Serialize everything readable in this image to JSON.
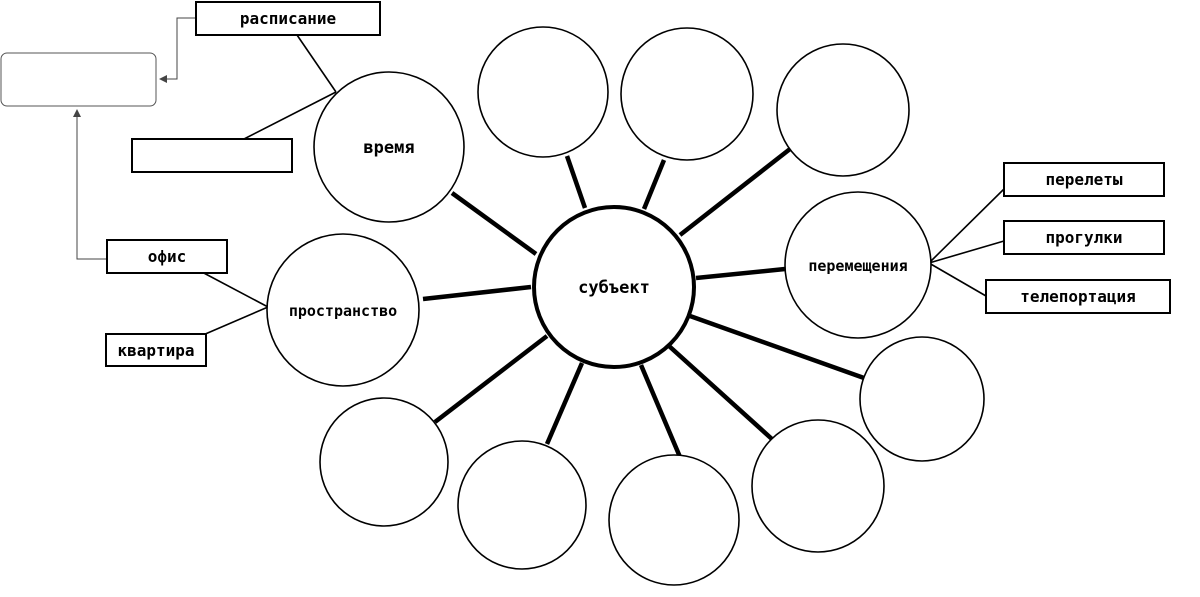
{
  "center": {
    "label": "субъект"
  },
  "nodes": {
    "time": {
      "label": "время"
    },
    "space": {
      "label": "пространство"
    },
    "movement": {
      "label": "перемещения"
    }
  },
  "boxes": {
    "schedule": {
      "label": "расписание"
    },
    "office": {
      "label": "офис"
    },
    "apartment": {
      "label": "квартира"
    },
    "flights": {
      "label": "перелеты"
    },
    "walks": {
      "label": "прогулки"
    },
    "teleportation": {
      "label": "телепортация"
    },
    "blank_box": {
      "label": ""
    },
    "rounded_box": {
      "label": ""
    }
  },
  "colors": {
    "stroke": "#000000",
    "background": "#ffffff",
    "arrow": "#444444"
  }
}
